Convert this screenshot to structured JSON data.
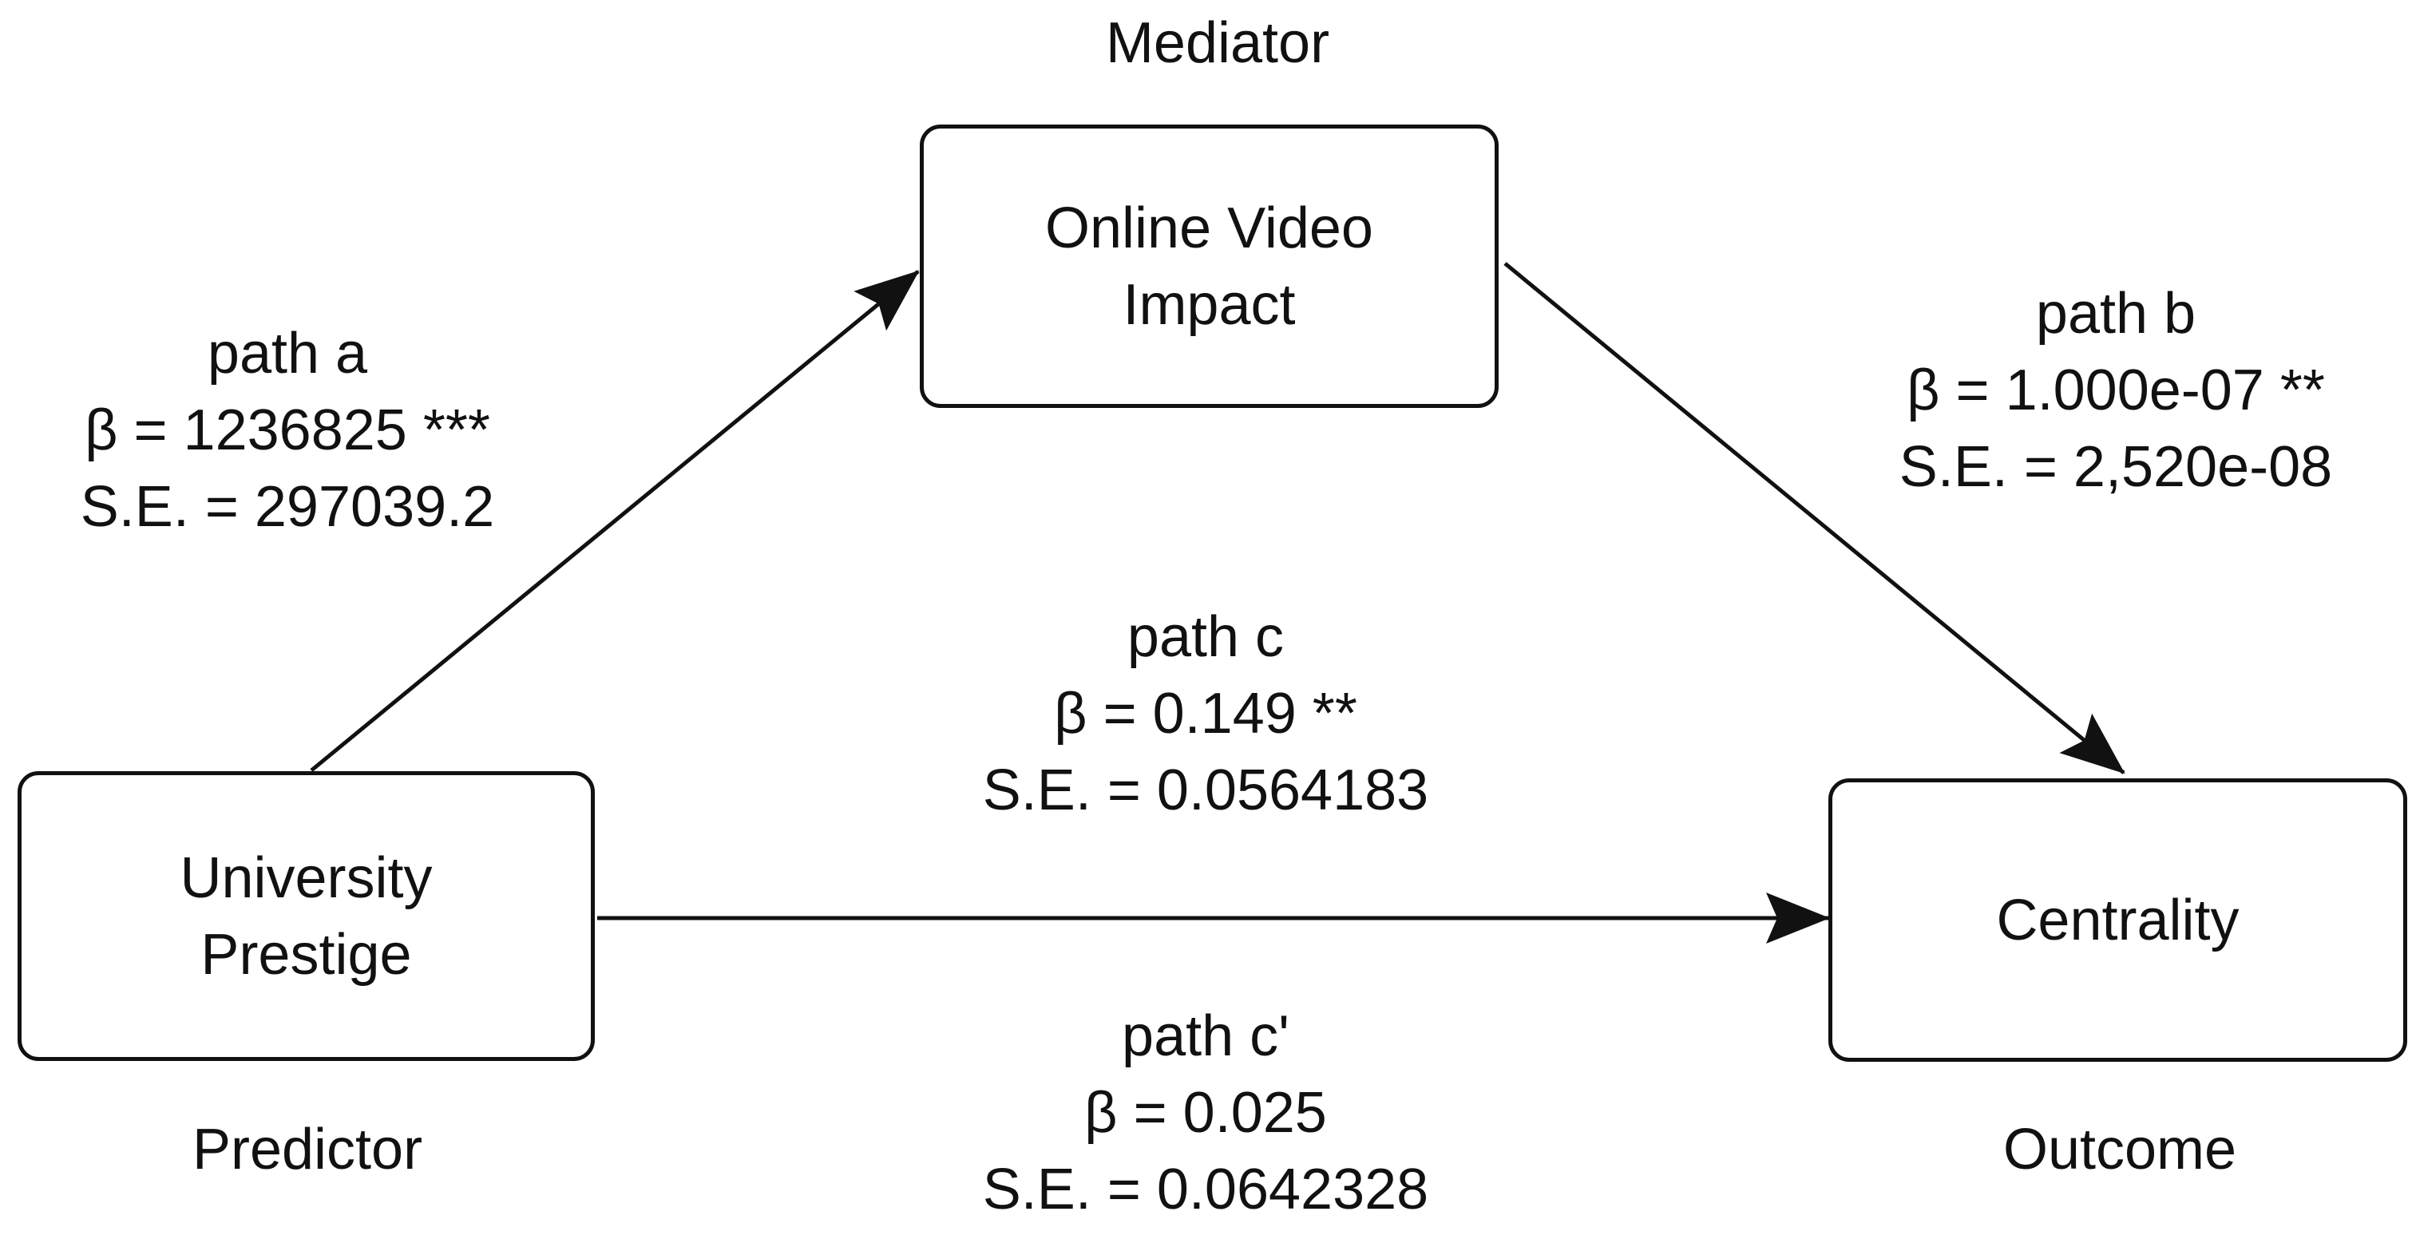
{
  "nodes": {
    "mediator": {
      "role": "Mediator",
      "lines": [
        "Online Video",
        "Impact"
      ]
    },
    "predictor": {
      "role": "Predictor",
      "lines": [
        "University",
        "Prestige"
      ]
    },
    "outcome": {
      "role": "Outcome",
      "lines": [
        "Centrality"
      ]
    }
  },
  "paths": {
    "a": {
      "label": "path a",
      "beta": "β = 1236825 ***",
      "se": "S.E. = 297039.2"
    },
    "b": {
      "label": "path b",
      "beta": "β = 1.000e-07 **",
      "se": "S.E. = 2,520e-08"
    },
    "c": {
      "label": "path c",
      "beta": "β = 0.149 **",
      "se": "S.E. = 0.0564183"
    },
    "c_prime": {
      "label": "path c'",
      "beta": "β = 0.025",
      "se": "S.E. = 0.0642328"
    }
  },
  "colors": {
    "stroke": "#111111",
    "background": "#ffffff"
  }
}
